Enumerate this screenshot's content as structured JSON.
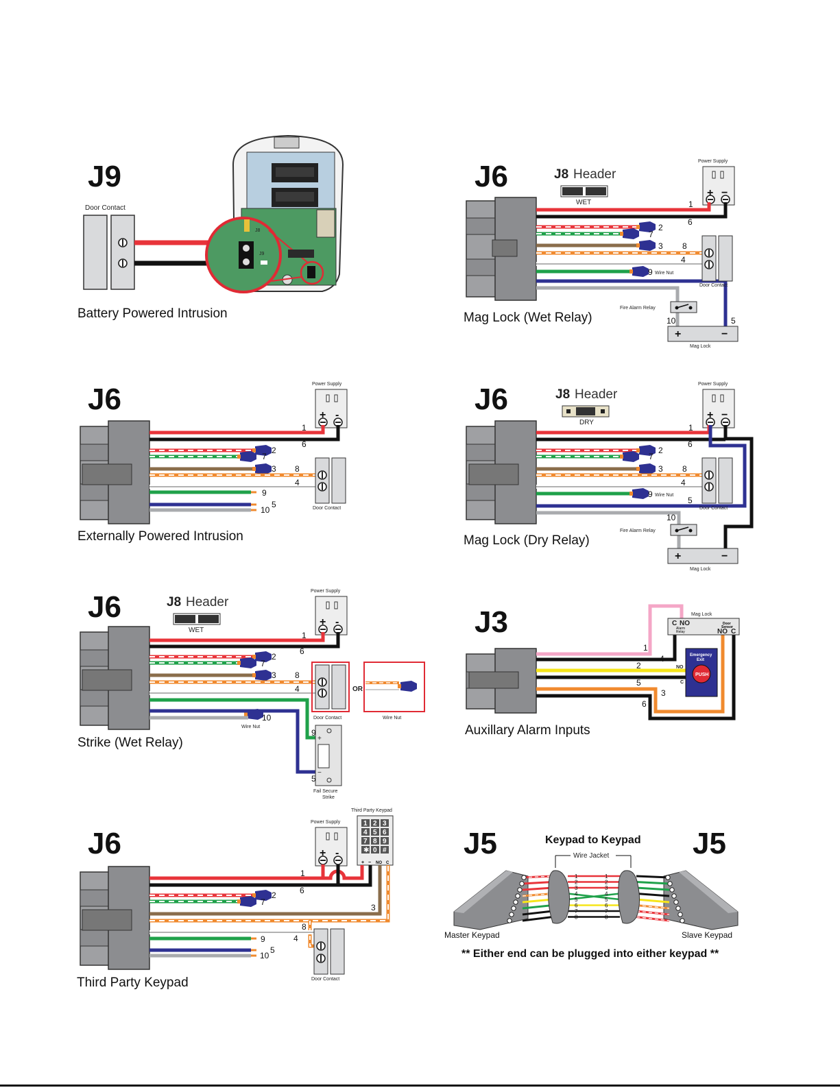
{
  "colors": {
    "red": "#e8343a",
    "black": "#111111",
    "green": "#1fa14a",
    "brown": "#8a6d4b",
    "orange": "#f08a2e",
    "white": "#ffffff",
    "blue": "#2e3192",
    "gray": "#a9abae",
    "yellow": "#f6e51a",
    "pink": "#f4a6c6",
    "connector": "#8c8d90",
    "highlight": "#e02a34"
  },
  "icons": [
    "screw-terminal-icon",
    "wire-nut-icon",
    "relay-switch-icon",
    "keypad-icon",
    "push-button-icon"
  ],
  "panels": {
    "j9": {
      "title": "J9",
      "door_contact": "Door Contact",
      "board_j9": "J9",
      "board_j8": "J8",
      "caption": "Battery Powered Intrusion"
    },
    "mag_wet": {
      "title": "J6",
      "header_bold": "J8",
      "header_text": "Header",
      "jumper": "WET",
      "power_supply": "Power Supply",
      "plus": "+",
      "minus": "−",
      "n1": "1",
      "n2": "2",
      "n3": "3",
      "n4": "4",
      "n5": "5",
      "n6": "6",
      "n7": "7",
      "n8": "8",
      "n9": "9",
      "n10": "10",
      "wire_nut": "Wire Nut",
      "door_contact": "Door Contact",
      "fire_relay": "Fire Alarm Relay",
      "mag_lock": "Mag Lock",
      "caption": "Mag Lock (Wet Relay)"
    },
    "ext": {
      "title": "J6",
      "power_supply": "Power Supply",
      "plus": "+",
      "minus": "-",
      "n1": "1",
      "n2": "2",
      "n3": "3",
      "n4": "4",
      "n5": "5",
      "n6": "6",
      "n7": "7",
      "n8": "8",
      "n9": "9",
      "n10": "10",
      "door_contact": "Door Contact",
      "caption": "Externally Powered Intrusion"
    },
    "mag_dry": {
      "title": "J6",
      "header_bold": "J8",
      "header_text": "Header",
      "jumper": "DRY",
      "power_supply": "Power Supply",
      "plus": "+",
      "minus": "−",
      "n1": "1",
      "n2": "2",
      "n3": "3",
      "n4": "4",
      "n5": "5",
      "n6": "6",
      "n7": "7",
      "n8": "8",
      "n9": "9",
      "n10": "10",
      "wire_nut": "Wire Nut",
      "door_contact": "Door Contact",
      "fire_relay": "Fire Alarm Relay",
      "mag_lock": "Mag Lock",
      "caption": "Mag Lock (Dry Relay)"
    },
    "strike": {
      "title": "J6",
      "header_bold": "J8",
      "header_text": "Header",
      "jumper": "WET",
      "power_supply": "Power Supply",
      "plus": "+",
      "minus": "-",
      "n1": "1",
      "n2": "2",
      "n3": "3",
      "n4": "4",
      "n5": "5",
      "n6": "6",
      "n7": "7",
      "n8": "8",
      "n9": "9",
      "n10": "10",
      "wire_nut": "Wire Nut",
      "wire_nut2": "Wire Nut",
      "or": "OR",
      "door_contact": "Door Contact",
      "strike_line1": "Fail Secure",
      "strike_line2": "Strike",
      "caption": "Strike (Wet Relay)"
    },
    "aux": {
      "title": "J3",
      "mag_lock": "Mag Lock",
      "c": "C",
      "no": "NO",
      "alarm_relay_1": "Alarm",
      "alarm_relay_2": "Relay",
      "door_sensor_1": "Door",
      "door_sensor_2": "Sensor",
      "no2": "NO",
      "c2": "C",
      "exit_1": "Emergency",
      "exit_2": "Exit",
      "push": "PUSH",
      "no3": "NO",
      "c3": "C",
      "n1": "1",
      "n2": "2",
      "n3": "3",
      "n4": "4",
      "n5": "5",
      "n6": "6",
      "caption": "Auxillary Alarm Inputs"
    },
    "tpk": {
      "title": "J6",
      "power_supply": "Power Supply",
      "plus": "+",
      "minus": "-",
      "keypad_label": "Third Party Keypad",
      "keys": [
        "1",
        "2",
        "3",
        "4",
        "5",
        "6",
        "7",
        "8",
        "9",
        "✱",
        "0",
        "#"
      ],
      "kp_plus": "+",
      "kp_minus": "−",
      "kp_no": "NO",
      "kp_c": "C",
      "n1": "1",
      "n2": "2",
      "n3": "3",
      "n4": "4",
      "n5": "5",
      "n6": "6",
      "n7": "7",
      "n8": "8",
      "n9": "9",
      "n10": "10",
      "door_contact": "Door Contact",
      "caption": "Third Party Keypad"
    },
    "j5": {
      "title_left": "J5",
      "title_right": "J5",
      "heading": "Keypad to Keypad",
      "wire_jacket": "Wire Jacket",
      "pins": [
        "1",
        "2",
        "3",
        "4",
        "5",
        "6",
        "7",
        "8"
      ],
      "master": "Master Keypad",
      "slave": "Slave Keypad",
      "note": "** Either end can be plugged into either keypad **"
    }
  }
}
